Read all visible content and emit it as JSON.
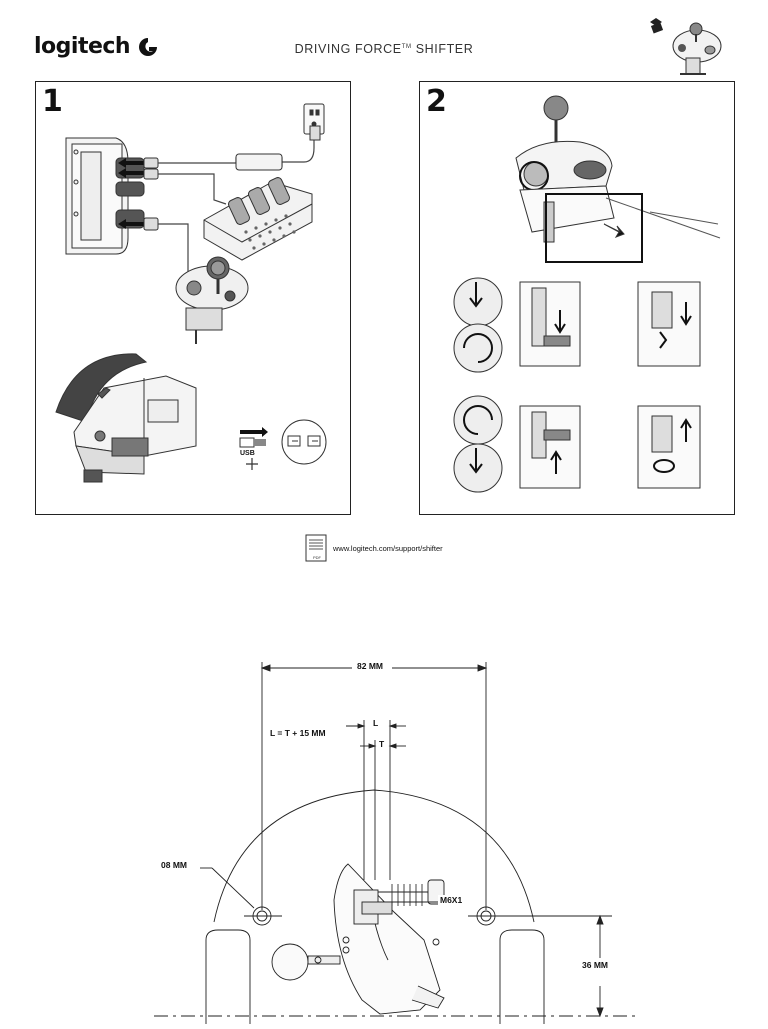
{
  "header": {
    "brand": "logitech",
    "title_main": "DRIVING FORCE",
    "title_tm": "TM",
    "title_rest": " SHIFTER"
  },
  "steps": [
    {
      "number": "1",
      "usb_label": "USB"
    },
    {
      "number": "2"
    }
  ],
  "support": {
    "pdf_label": "PDF",
    "url": "www.logitech.com/support/shifter"
  },
  "drawing": {
    "width_label": "82 MM",
    "l_label": "L",
    "t_label": "T",
    "formula": "L = T + 15 MM",
    "hole_label": "08 MM",
    "bolt_label": "M6X1",
    "height_label": "36 MM"
  }
}
